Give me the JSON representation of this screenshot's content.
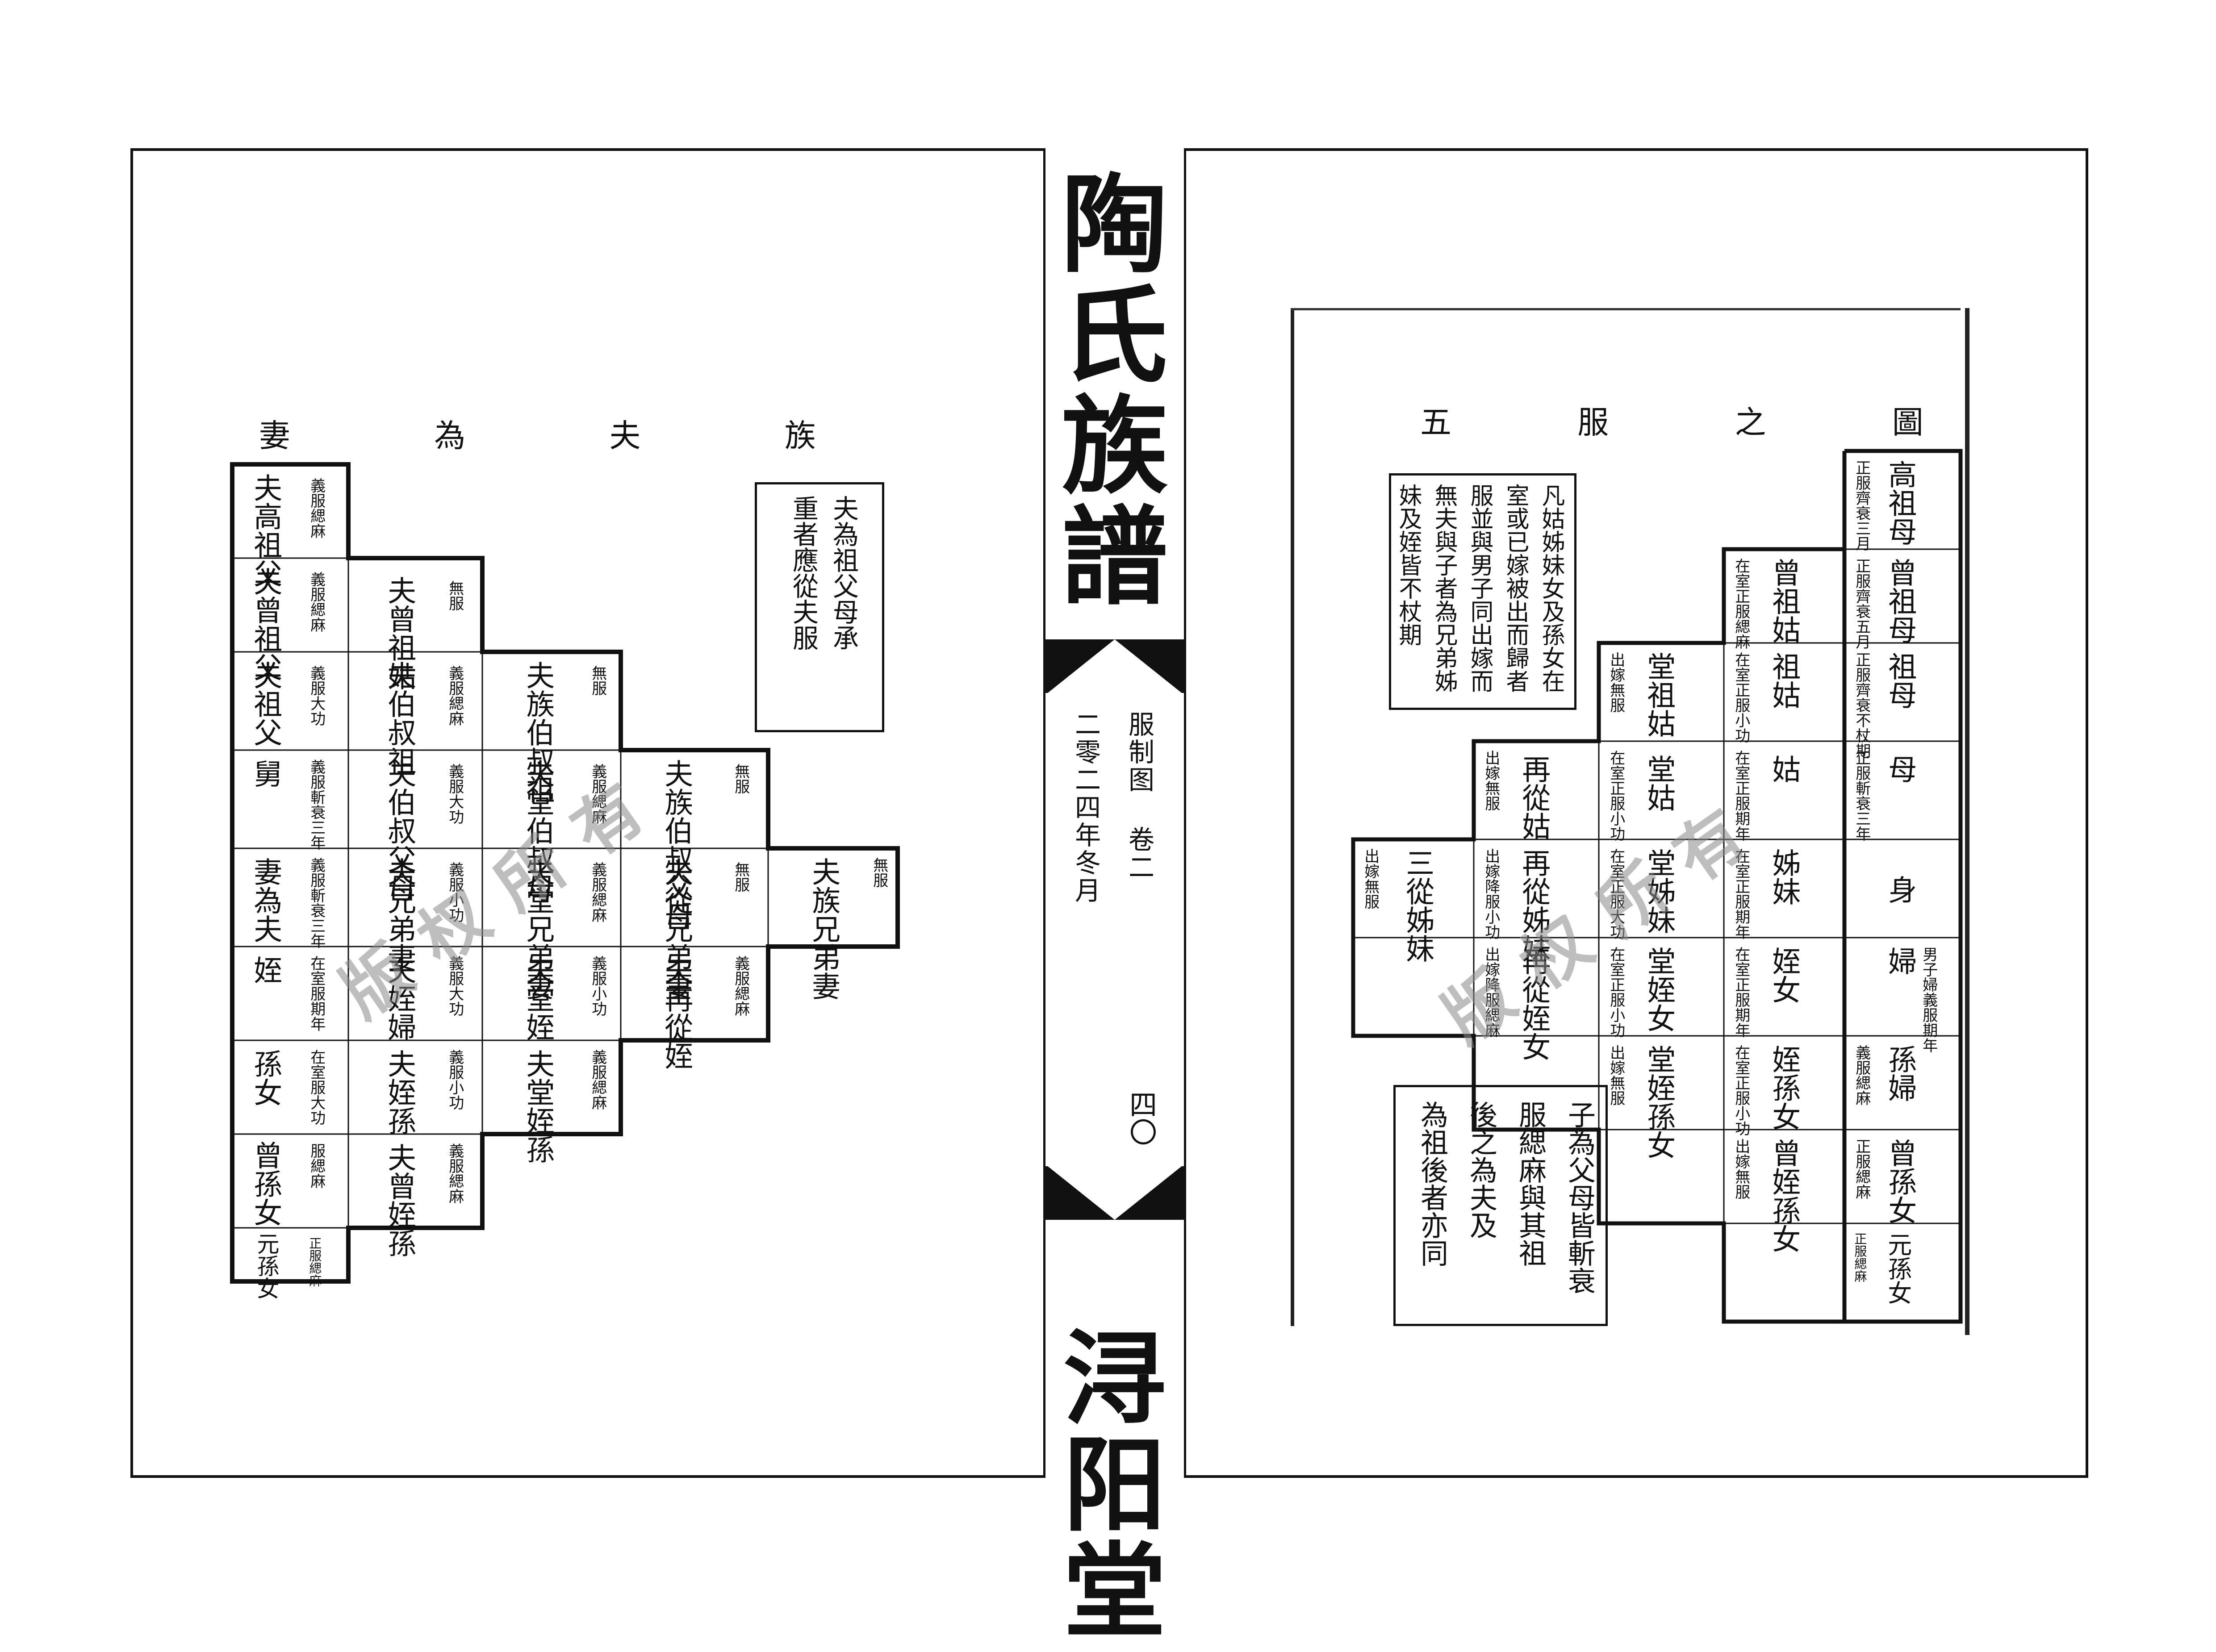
{
  "spine": {
    "title_chars": [
      "陶",
      "氏",
      "族",
      "譜"
    ],
    "subtitle": "服制图 卷二",
    "date": "二零二四年冬月",
    "page_number": "四〇",
    "hall_chars": [
      "浔",
      "阳",
      "堂"
    ]
  },
  "left_page": {
    "title": "妻 為 夫 族",
    "note": [
      "夫為祖父母承",
      "重者應從夫服"
    ],
    "rows": [
      {
        "cells": [
          {
            "big": "夫高祖父",
            "small": "義服緦麻"
          }
        ]
      },
      {
        "cells": [
          {
            "big": "夫曾祖父",
            "small": "義服緦麻"
          },
          {
            "big": "夫曾祖姑",
            "small": "無服"
          }
        ]
      },
      {
        "cells": [
          {
            "big": "夫祖父",
            "small": "義服大功"
          },
          {
            "big": "夫伯叔祖",
            "small": "義服緦麻"
          },
          {
            "big": "夫族伯叔祖",
            "small": "無服"
          }
        ]
      },
      {
        "cells": [
          {
            "big": "舅",
            "small": "義服斬衰三年"
          },
          {
            "big": "夫伯叔父母",
            "small": "義服大功"
          },
          {
            "big": "夫堂伯叔母",
            "small": "義服緦麻"
          },
          {
            "big": "夫族伯叔父母",
            "small": "無服"
          }
        ]
      },
      {
        "cells": [
          {
            "big": "妻為夫",
            "small": "義服斬衰三年"
          },
          {
            "big": "夫兄弟妻",
            "small": "義服小功"
          },
          {
            "big": "夫堂兄弟妻",
            "small": "義服緦麻"
          },
          {
            "big": "夫從兄弟妻",
            "small": "無服"
          },
          {
            "big": "夫族兄弟妻",
            "small": "無服"
          }
        ]
      },
      {
        "cells": [
          {
            "big": "姪",
            "small": "在室服期年"
          },
          {
            "big": "夫姪婦",
            "small": "義服大功"
          },
          {
            "big": "夫堂姪",
            "small": "義服小功"
          },
          {
            "big": "夫再從姪",
            "small": "義服緦麻"
          }
        ]
      },
      {
        "cells": [
          {
            "big": "孫女",
            "small": "在室服大功"
          },
          {
            "big": "夫姪孫",
            "small": "義服小功"
          },
          {
            "big": "夫堂姪孫",
            "small": "義服緦麻"
          }
        ]
      },
      {
        "cells": [
          {
            "big": "曾孫女",
            "small": "服緦麻"
          },
          {
            "big": "夫曾姪孫",
            "small": "義服緦麻"
          }
        ]
      },
      {
        "cells": [
          {
            "big": "元孫女",
            "small": "正服緦麻"
          }
        ]
      }
    ]
  },
  "right_page": {
    "title": "五 服 之 圖",
    "note": [
      "凡姑姊妹女及孫女在",
      "室或已嫁被出而歸者",
      "服並與男子同出嫁而",
      "無夫與子者為兄弟姊",
      "妹及姪皆不杖期"
    ],
    "bottom_note": [
      "子為父母皆斬衰",
      "服緦麻與其祖",
      "後之為夫及",
      "為祖後者亦同"
    ],
    "rows": [
      {
        "cells": [
          {
            "big": "高祖母",
            "small": "正服齊衰三月"
          }
        ]
      },
      {
        "cells": [
          {
            "big": "曾祖母",
            "small": "正服齊衰五月"
          },
          {
            "big": "曾祖姑",
            "small": "在室正服緦麻"
          }
        ]
      },
      {
        "cells": [
          {
            "big": "祖母",
            "small": "正服齊衰不杖期"
          },
          {
            "big": "祖姑",
            "small": "在室正服小功"
          },
          {
            "big": "堂祖姑",
            "small": "出嫁無服"
          }
        ]
      },
      {
        "cells": [
          {
            "big": "母",
            "small": "正服斬衰三年"
          },
          {
            "big": "姑",
            "small": "在室正服期年"
          },
          {
            "big": "堂姑",
            "small": "在室正服小功"
          },
          {
            "big": "再從姑",
            "small": "出嫁無服"
          }
        ]
      },
      {
        "cells": [
          {
            "big": "身",
            "small": ""
          },
          {
            "big": "姊妹",
            "small": "在室正服期年"
          },
          {
            "big": "堂姊妹",
            "small": "在室正服大功"
          },
          {
            "big": "再從姊妹",
            "small": "出嫁降服小功"
          },
          {
            "big": "三從姊妹",
            "small": "出嫁無服"
          }
        ]
      },
      {
        "cells": [
          {
            "big": "婦",
            "small": "男子婦義服期年"
          },
          {
            "big": "姪女",
            "small": "在室正服期年"
          },
          {
            "big": "堂姪女",
            "small": "在室正服小功"
          },
          {
            "big": "再從姪女",
            "small": "出嫁降服緦麻"
          }
        ]
      },
      {
        "cells": [
          {
            "big": "孫婦",
            "small": "義服緦麻"
          },
          {
            "big": "姪孫女",
            "small": "在室正服小功"
          },
          {
            "big": "堂姪孫女",
            "small": "出嫁無服"
          }
        ]
      },
      {
        "cells": [
          {
            "big": "曾孫女",
            "small": "正服緦麻"
          },
          {
            "big": "曾姪孫女",
            "small": "出嫁無服"
          }
        ]
      },
      {
        "cells": [
          {
            "big": "元孫女",
            "small": "正服緦麻"
          }
        ]
      }
    ]
  },
  "watermark": "版权所有"
}
